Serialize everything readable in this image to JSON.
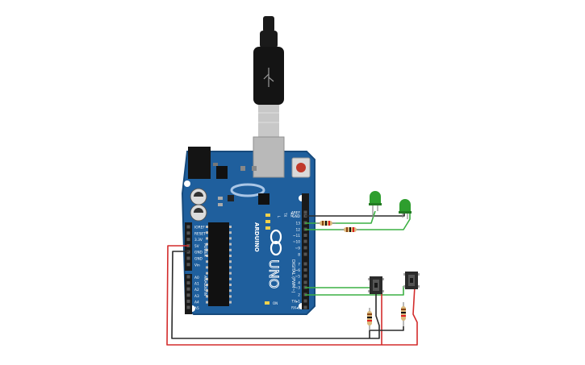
{
  "board": {
    "brand": "ARDUINO",
    "model": "UNO",
    "digital_header_label": "DIGITAL (PWM~)",
    "power_header_label": "POWER",
    "analog_header_label": "ANALOG IN",
    "top_pins": [
      "AREF",
      "GND",
      "13",
      "12",
      "~11",
      "~10",
      "~9",
      "8",
      "7",
      "~6",
      "~5",
      "4",
      "~3",
      "2",
      "TX▸1",
      "RX◂0"
    ],
    "power_pins": [
      "IOREF",
      "RESET",
      "3.3V",
      "5V",
      "GND",
      "GND",
      "Vin"
    ],
    "analog_pins": [
      "A0",
      "A1",
      "A2",
      "A3",
      "A4",
      "A5"
    ],
    "led_labels": [
      "L",
      "TX",
      "RX"
    ],
    "on_label": "ON"
  },
  "colors": {
    "board": "#1f5f9d",
    "board_edge": "#174a7c",
    "wire_black": "#2a2a2a",
    "wire_red": "#d32b2b",
    "wire_green": "#3cb043",
    "led_green": "#2e9e2e"
  }
}
